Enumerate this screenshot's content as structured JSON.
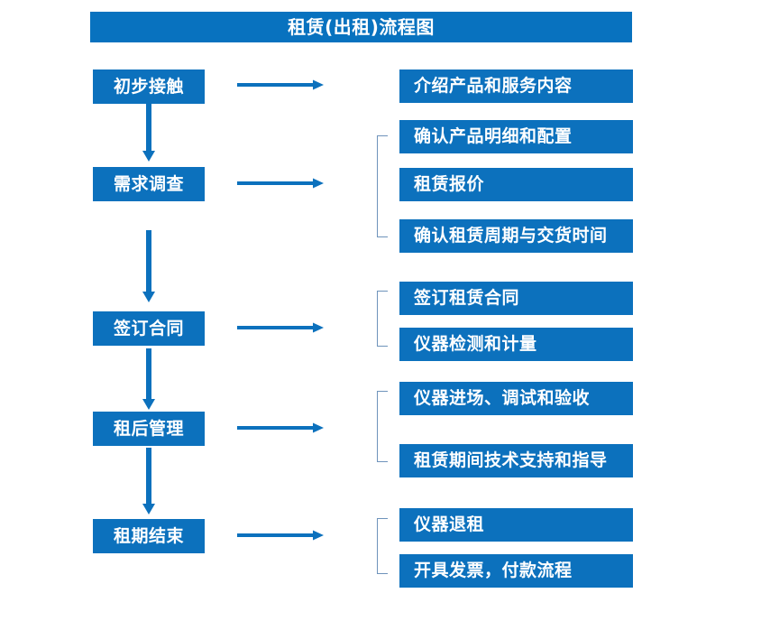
{
  "chart": {
    "title": "租赁(出租)流程图",
    "type": "flowchart",
    "accent_color": "#0c71bd",
    "title_bar_color": "#0872bf",
    "bracket_color": "#6e93bb",
    "arrow_color": "#0c71bd",
    "text_color": "#ffffff",
    "background": "#ffffff"
  },
  "stages": [
    {
      "label": "初步接触",
      "arrow": "right-arrow",
      "bracket": false,
      "details": [
        {
          "label": "介绍产品和服务内容"
        }
      ]
    },
    {
      "label": "需求调查",
      "arrow": "right-arrow",
      "bracket": true,
      "details": [
        {
          "label": "确认产品明细和配置"
        },
        {
          "label": "租赁报价"
        },
        {
          "label": "确认租赁周期与交货时间"
        }
      ]
    },
    {
      "label": "签订合同",
      "arrow": "right-arrow",
      "bracket": true,
      "details": [
        {
          "label": "签订租赁合同"
        },
        {
          "label": "仪器检测和计量"
        }
      ]
    },
    {
      "label": "租后管理",
      "arrow": "right-arrow",
      "bracket": true,
      "details": [
        {
          "label": "仪器进场、调试和验收"
        },
        {
          "label": "租赁期间技术支持和指导"
        }
      ]
    },
    {
      "label": "租期结束",
      "arrow": "right-arrow",
      "bracket": true,
      "details": [
        {
          "label": "仪器退租"
        },
        {
          "label": "开具发票，付款流程"
        }
      ]
    }
  ],
  "connectors": {
    "down_arrows": [
      {
        "from": "初步接触",
        "to": "需求调查"
      },
      {
        "from": "需求调查",
        "to": "签订合同"
      },
      {
        "from": "签订合同",
        "to": "租后管理"
      },
      {
        "from": "租后管理",
        "to": "租期结束"
      }
    ]
  }
}
